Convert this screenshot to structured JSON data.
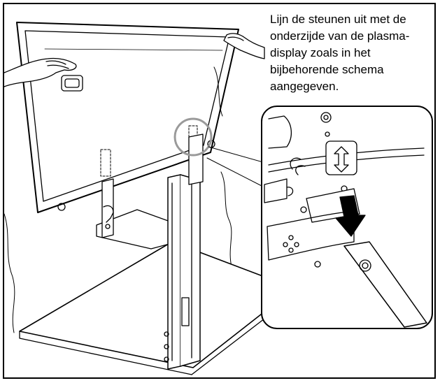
{
  "instruction": {
    "lines": [
      "Lijn de steunen uit met de",
      "onderzijde van de plasma-",
      "display zoals in het",
      "bijbehorende schema",
      "aangegeven."
    ]
  },
  "colors": {
    "line": "#000000",
    "background": "#ffffff",
    "highlight_circle": "#9a9a9a",
    "arrow": "#000000"
  },
  "icons": {
    "arrow": "up-arrow-icon",
    "double_arrow": "double-arrow-icon"
  }
}
